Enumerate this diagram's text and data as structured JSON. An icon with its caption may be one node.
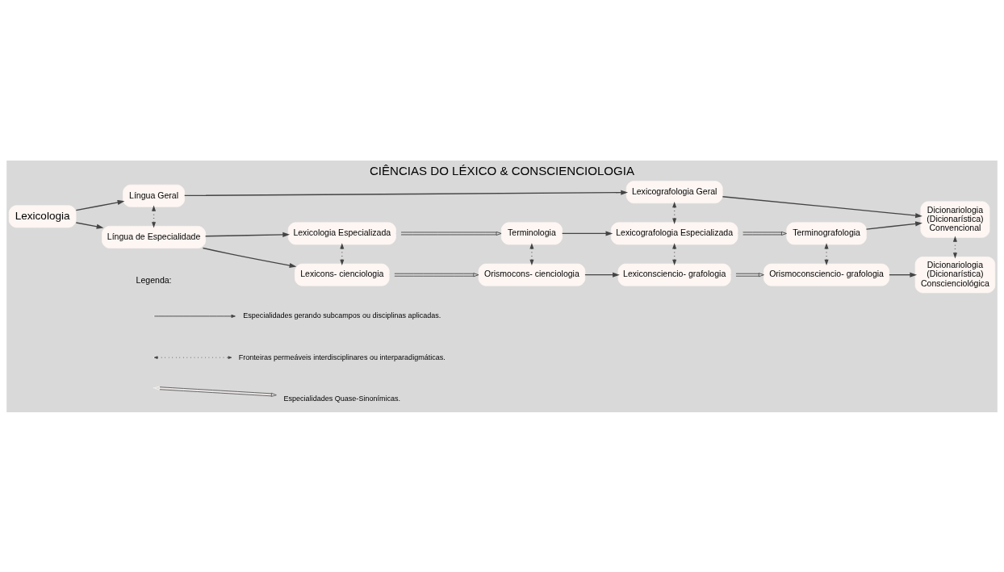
{
  "diagram": {
    "title": "CIÊNCIAS DO LÉXICO & CONSCIENCIOLOGIA",
    "nodes": [
      {
        "text": [
          "Lexicologia"
        ]
      },
      {
        "text": [
          "Língua Geral"
        ]
      },
      {
        "text": [
          "Lexicografologia Geral"
        ]
      },
      {
        "text": [
          "Dicionariologia",
          "(Dicionarística)",
          "Convencional"
        ]
      },
      {
        "text": [
          "Lexicologia Especializada"
        ]
      },
      {
        "text": [
          "Terminologia"
        ]
      },
      {
        "text": [
          "Lexicografologia Especializada"
        ]
      },
      {
        "text": [
          "Terminografologia"
        ]
      },
      {
        "text": [
          "Língua de Especialidade"
        ]
      },
      {
        "text": [
          "Lexicons- cienciologia"
        ]
      },
      {
        "text": [
          "Orismocons- cienciologia"
        ]
      },
      {
        "text": [
          "Lexiconsciencio- grafologia"
        ]
      },
      {
        "text": [
          "Orismoconsciencio- grafologia"
        ]
      },
      {
        "text": [
          "Dicionariologia",
          "(Dicionarística)",
          "Conscienciológica"
        ]
      }
    ],
    "edges": [
      {
        "from": 0,
        "to": 1,
        "arrow": "to"
      },
      {
        "from": 0,
        "to": 8,
        "arrow": "to"
      },
      {
        "from": 1,
        "to": 2,
        "arrow": "to"
      },
      {
        "from": 2,
        "to": 3,
        "arrow": "to"
      },
      {
        "from": 1,
        "to": 8,
        "arrow": "both",
        "style": "dashed"
      },
      {
        "from": 2,
        "to": 6,
        "arrow": "both",
        "style": "dashed"
      },
      {
        "from": 3,
        "to": 13,
        "arrow": "both",
        "style": "dashed"
      },
      {
        "from": 8,
        "to": 4,
        "arrow": "to"
      },
      {
        "from": 8,
        "to": 9,
        "arrow": "to"
      },
      {
        "from": 4,
        "to": 5,
        "arrow": "both"
      },
      {
        "from": 5,
        "to": 6,
        "arrow": "to"
      },
      {
        "from": 6,
        "to": 7,
        "arrow": "both"
      },
      {
        "from": 7,
        "to": 3,
        "arrow": "to"
      },
      {
        "from": 4,
        "to": 9,
        "arrow": "both",
        "style": "dashed"
      },
      {
        "from": 5,
        "to": 10,
        "arrow": "both",
        "style": "dashed"
      },
      {
        "from": 6,
        "to": 11,
        "arrow": "both",
        "style": "dashed"
      },
      {
        "from": 7,
        "to": 12,
        "arrow": "both",
        "style": "dashed"
      },
      {
        "from": 9,
        "to": 10,
        "arrow": "both"
      },
      {
        "from": 10,
        "to": 11,
        "arrow": "to"
      },
      {
        "from": 11,
        "to": 12,
        "arrow": "both"
      },
      {
        "from": 12,
        "to": 13,
        "arrow": "to"
      }
    ],
    "labels": [
      "Legenda:"
    ],
    "legend": [
      {
        "text": "Especialidades gerando subcampos ou disciplinas aplicadas."
      },
      {
        "text": "Fronteiras permeáveis interdisciplinares ou interparadigmáticas."
      },
      {
        "text": "Especialidades Quase-Sinonímicas."
      }
    ]
  }
}
